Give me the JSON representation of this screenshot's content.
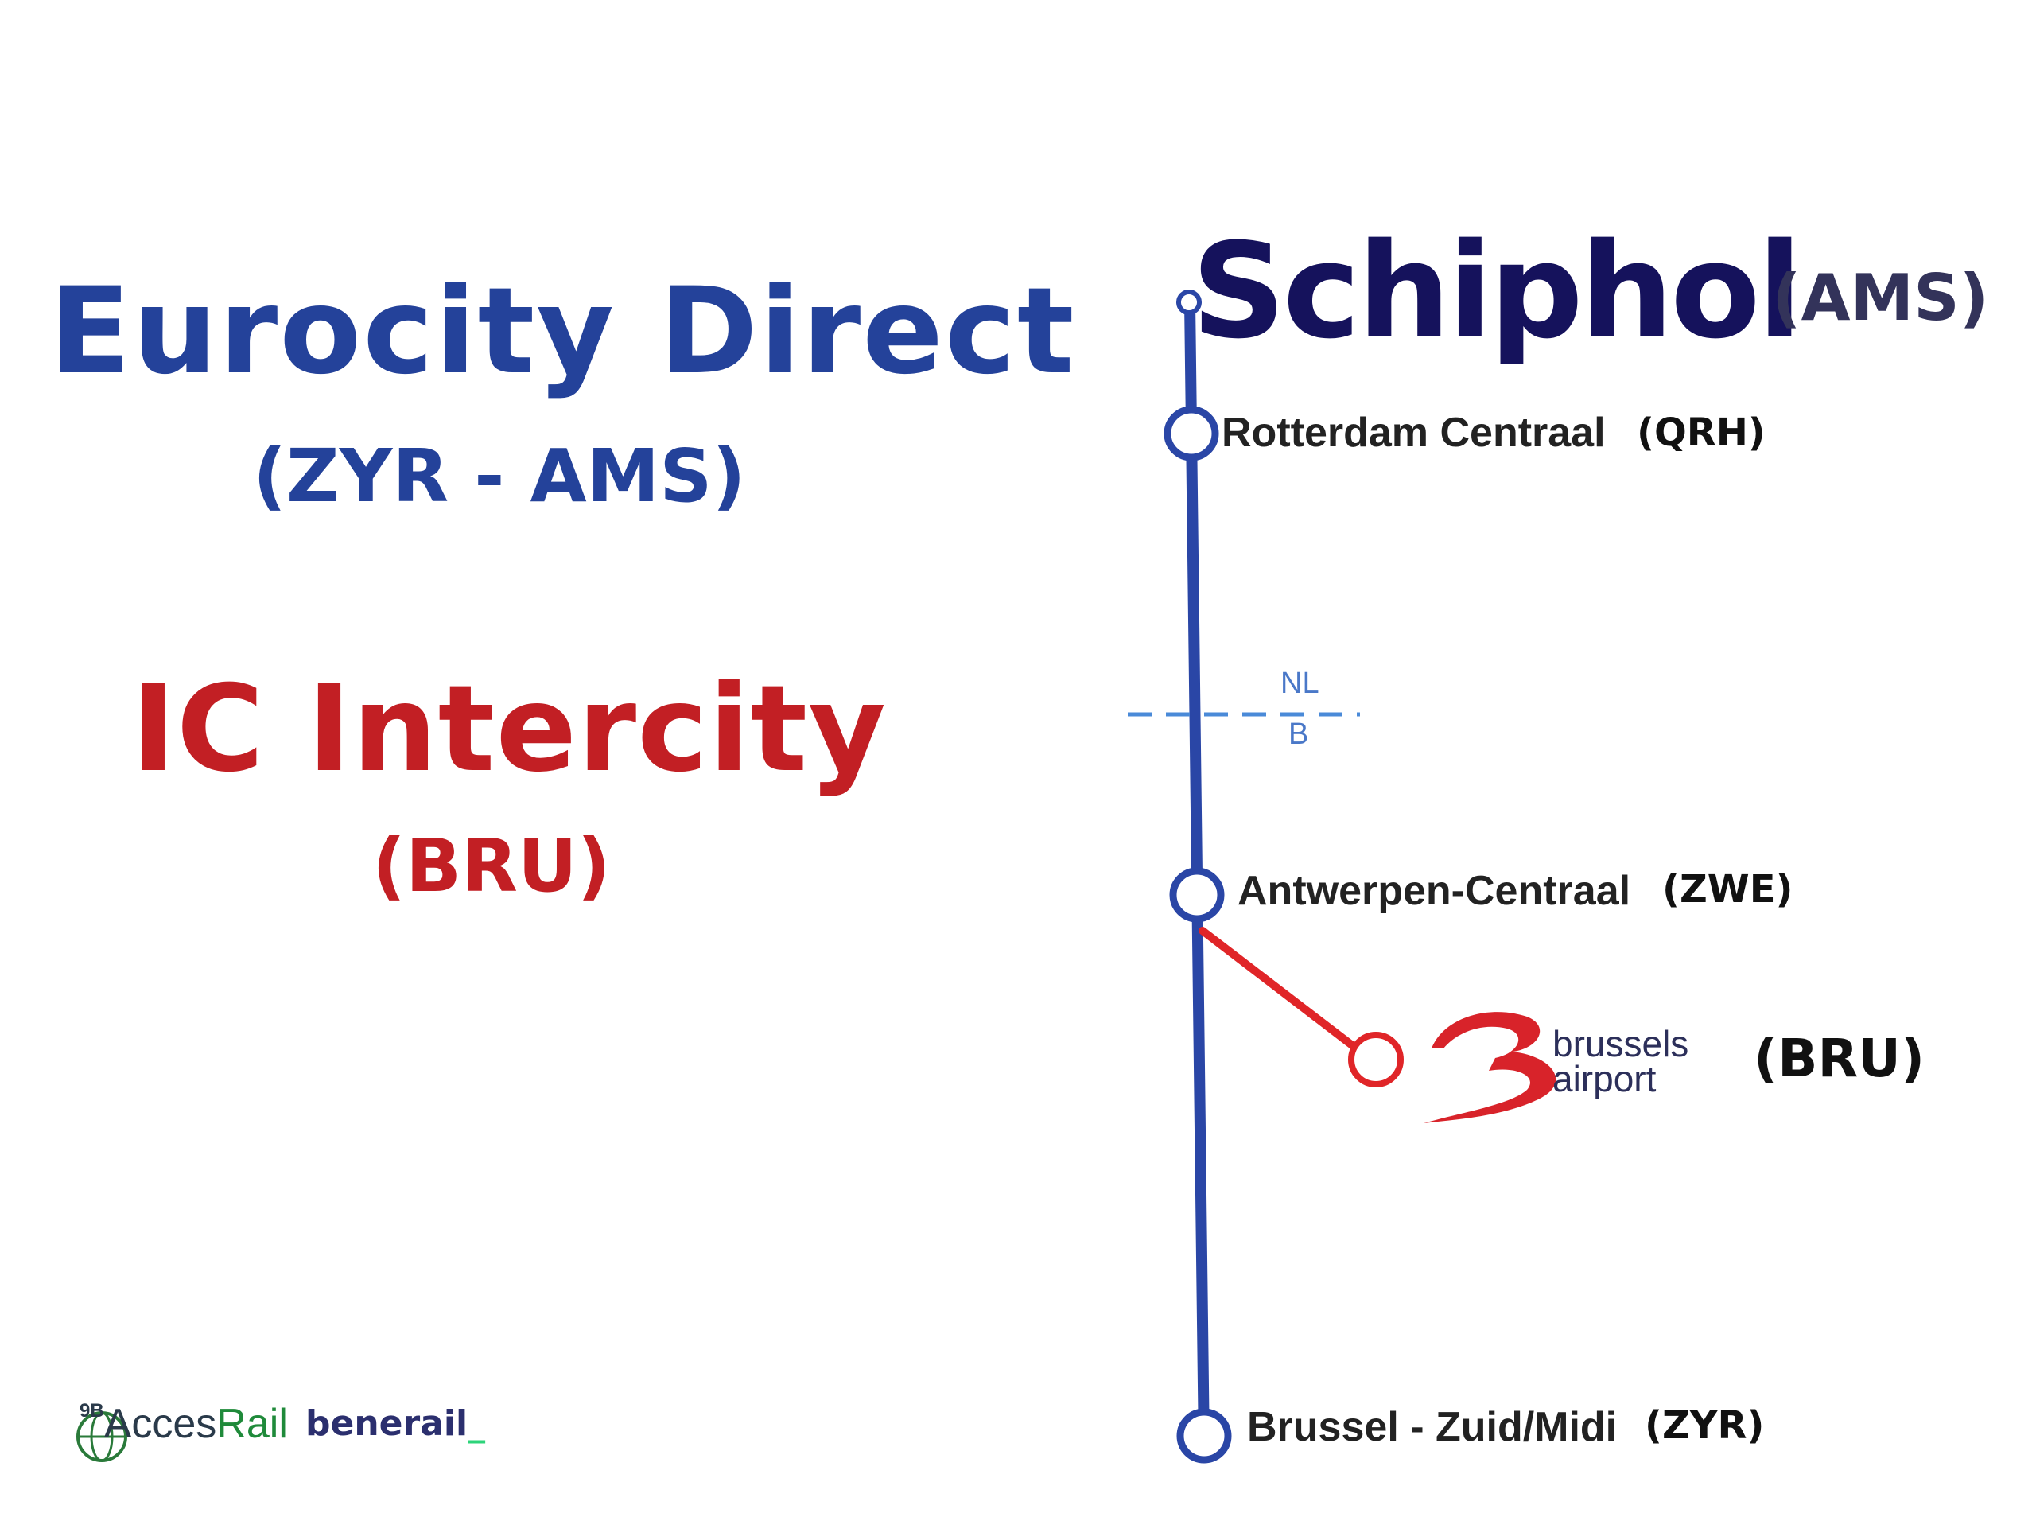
{
  "left_panel": {
    "eurocity_title": "Eurocity Direct",
    "eurocity_subtitle": "(ZYR - AMS)",
    "intercity_title": "IC Intercity",
    "intercity_subtitle": "(BRU)"
  },
  "route_map": {
    "origin": {
      "name": "Schiphol",
      "code": "(AMS)"
    },
    "stations": [
      {
        "name": "Rotterdam Centraal",
        "code": "(QRH)"
      },
      {
        "name": "Antwerpen-Centraal",
        "code": "(ZWE)"
      },
      {
        "name": "Brussel - Zuid/Midi",
        "code": "(ZYR)"
      }
    ],
    "branch": {
      "name_line1": "brussels",
      "name_line2": "airport",
      "code": "(BRU)"
    },
    "border": {
      "north": "NL",
      "south": "B"
    }
  },
  "footer": {
    "accesrail_prefix": "9B",
    "accesrail_a": "Acces",
    "accesrail_b": "Rail",
    "benerail": "benerail",
    "benerail_underscore": "_"
  },
  "colors": {
    "eurocity_blue": "#24429a",
    "intercity_red": "#c21f24",
    "line_blue": "#2a46a6",
    "branch_red": "#e02528",
    "border_blue": "#4a8ad8"
  }
}
